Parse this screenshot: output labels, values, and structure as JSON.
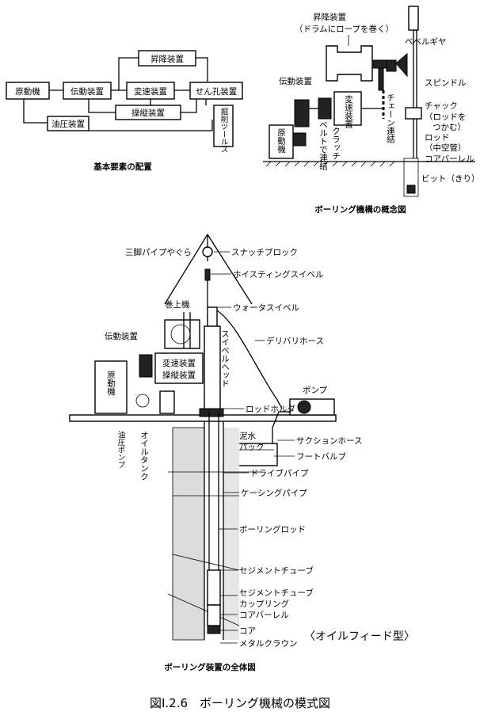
{
  "top_left": {
    "boxes": {
      "prime_mover": "原動機",
      "transmission": "伝動装置",
      "hoist": "昇降装置",
      "gearbox": "変速装置",
      "boring": "せん孔装置",
      "control": "操縦装置",
      "hydraulic": "油圧装置",
      "tool": "掘削ツールス"
    },
    "caption": "基本要素の配置"
  },
  "top_right": {
    "labels": {
      "hoist": "昇降装置",
      "hoist_note": "（ドラムにロープを巻く）",
      "bevel": "ベベルギヤ",
      "spindle": "スピンドル",
      "chain": "チェーン連結",
      "chuck": "チャック",
      "chuck_note1": "（ロッドを",
      "chuck_note2": "つかむ）",
      "rod": "ロッド",
      "rod_note": "（中空管）",
      "corebarrel": "コアバーレル",
      "bit": "ビット（きり）",
      "transmission": "伝動装置",
      "gearbox": "変速装置",
      "belt": "ベルトで連結",
      "clutch": "クラッチ",
      "prime_mover": "原動機"
    },
    "caption": "ボーリング機構の概念図"
  },
  "bottom": {
    "labels": {
      "tripod": "三脚パイプやぐら",
      "snatch": "スナッチブロック",
      "hoisting_swivel": "ホイスティングスイベル",
      "winch": "巻上機",
      "water_swivel": "ウォータスイベル",
      "transmission": "伝動装置",
      "delivery": "デリバリホース",
      "gearbox": "変速装置",
      "control": "操縦装置",
      "swivel_head": "スイベルヘッド",
      "prime_mover": "原動機",
      "pump": "ポンプ",
      "rod_holder": "ロッドホルダ",
      "hyd_pump": "油圧ポンプ",
      "oil_tank": "オイルタンク",
      "mud": "泥水",
      "pack": "パック",
      "suction": "サクションホース",
      "foot_valve": "フートバルブ",
      "drive_pipe": "ドライブパイプ",
      "casing": "ケーシングパイプ",
      "boring_rod": "ボーリングロッド",
      "sediment_tube": "セジメントチューブ",
      "sediment_coupling1": "セジメントチューブ",
      "sediment_coupling2": "カップリング",
      "corebarrel": "コアバーレル",
      "core": "コア",
      "metal_crown": "メタルクラウン",
      "type": "〈オイルフィード型〉"
    },
    "caption": "ボーリング装置の全体図"
  },
  "figure_caption": "図Ⅰ.2.6　ボーリング機械の模式図"
}
